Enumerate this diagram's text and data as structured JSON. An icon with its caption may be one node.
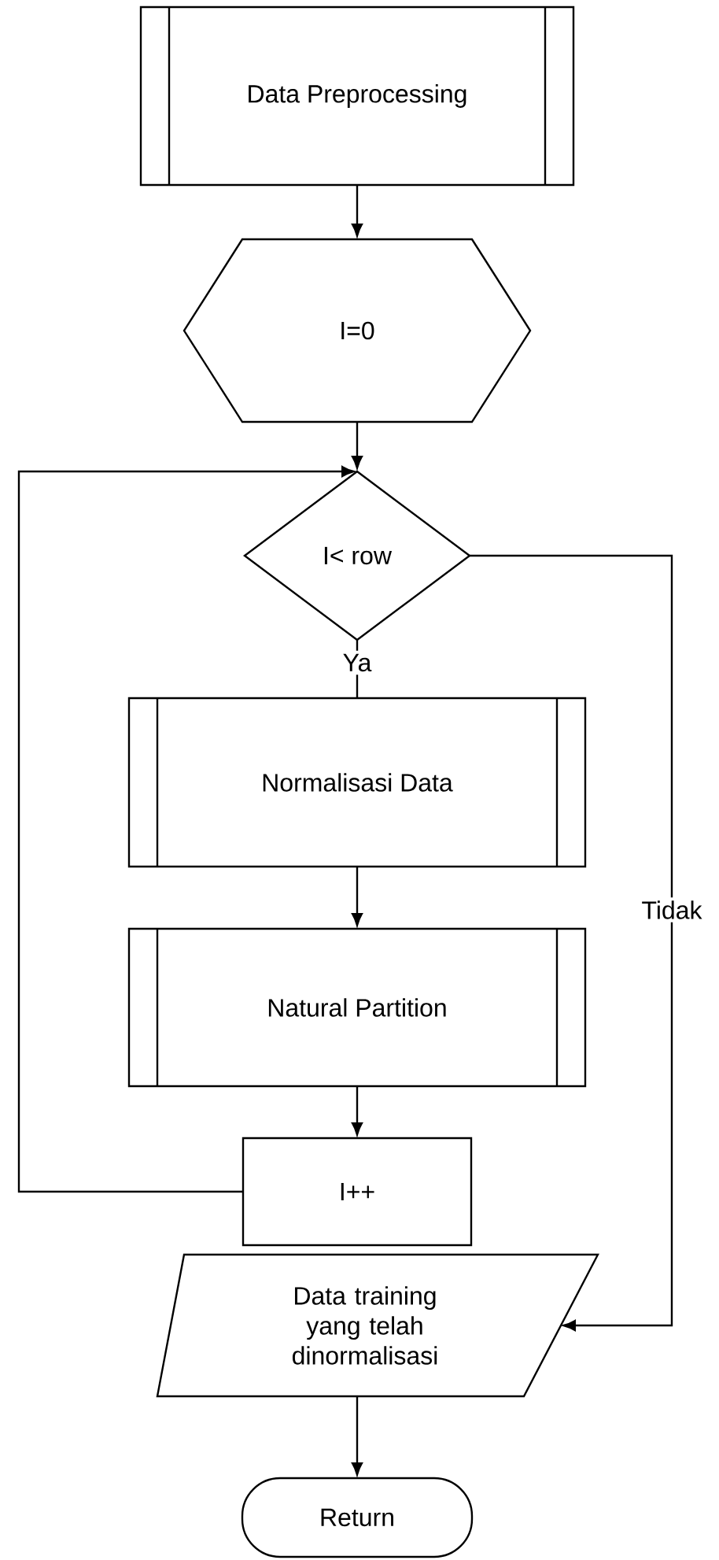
{
  "diagram": {
    "nodes": [
      {
        "text": [
          "Data Preprocessing"
        ]
      },
      {
        "text": [
          "I=0"
        ]
      },
      {
        "text": [
          "I< row"
        ]
      },
      {
        "text": [
          "Normalisasi Data"
        ]
      },
      {
        "text": [
          "Natural Partition"
        ]
      },
      {
        "text": [
          "I++"
        ]
      },
      {
        "text": [
          "Data training yang telah dinormalisasi"
        ]
      },
      {
        "text": [
          "Return"
        ]
      }
    ],
    "edges": [
      {
        "from": 0,
        "to": 1,
        "arrow": "to"
      },
      {
        "from": 1,
        "to": 2,
        "arrow": "to"
      },
      {
        "from": 2,
        "to": 3,
        "arrow": "none",
        "label": "Ya"
      },
      {
        "from": 3,
        "to": 4,
        "arrow": "to"
      },
      {
        "from": 4,
        "to": 5,
        "arrow": "to"
      },
      {
        "from": 5,
        "to": 2,
        "arrow": "to"
      },
      {
        "from": 2,
        "to": 6,
        "arrow": "to",
        "label": "Tidak"
      },
      {
        "from": 6,
        "to": 7,
        "arrow": "to"
      }
    ]
  }
}
